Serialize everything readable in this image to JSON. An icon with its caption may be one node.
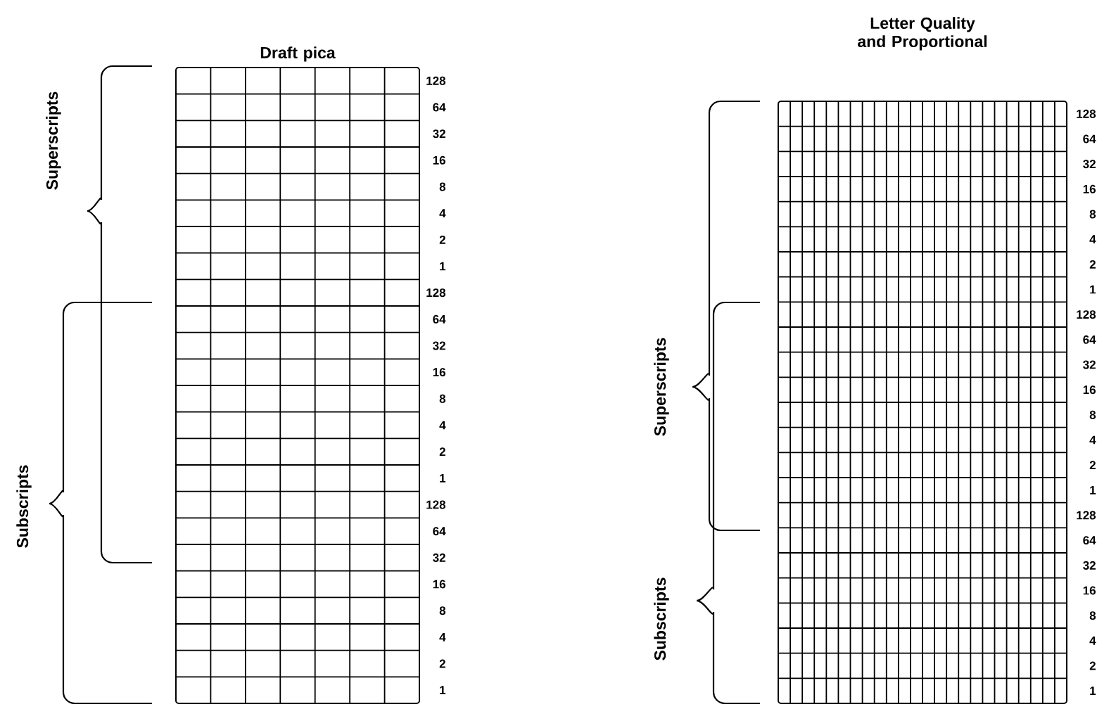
{
  "diagram": {
    "nodes": [
      {
        "text": [
          "Draft pica"
        ],
        "beside": [
          "128",
          "64",
          "32",
          "16",
          "8",
          "4",
          "2",
          "1",
          "128",
          "64",
          "32",
          "16",
          "8",
          "4",
          "2",
          "1",
          "128",
          "64",
          "32",
          "16",
          "8",
          "4",
          "2",
          "1"
        ]
      },
      {
        "text": [
          "Letter Quality and Proportional"
        ],
        "beside": [
          "128",
          "64",
          "32",
          "16",
          "8",
          "4",
          "2",
          "1",
          "128",
          "64",
          "32",
          "16",
          "8",
          "4",
          "2",
          "1",
          "128",
          "64",
          "32",
          "16",
          "8",
          "4",
          "2",
          "1"
        ]
      }
    ],
    "labels": [
      "Superscripts",
      "Subscripts",
      "Superscripts",
      "Subscripts"
    ]
  }
}
